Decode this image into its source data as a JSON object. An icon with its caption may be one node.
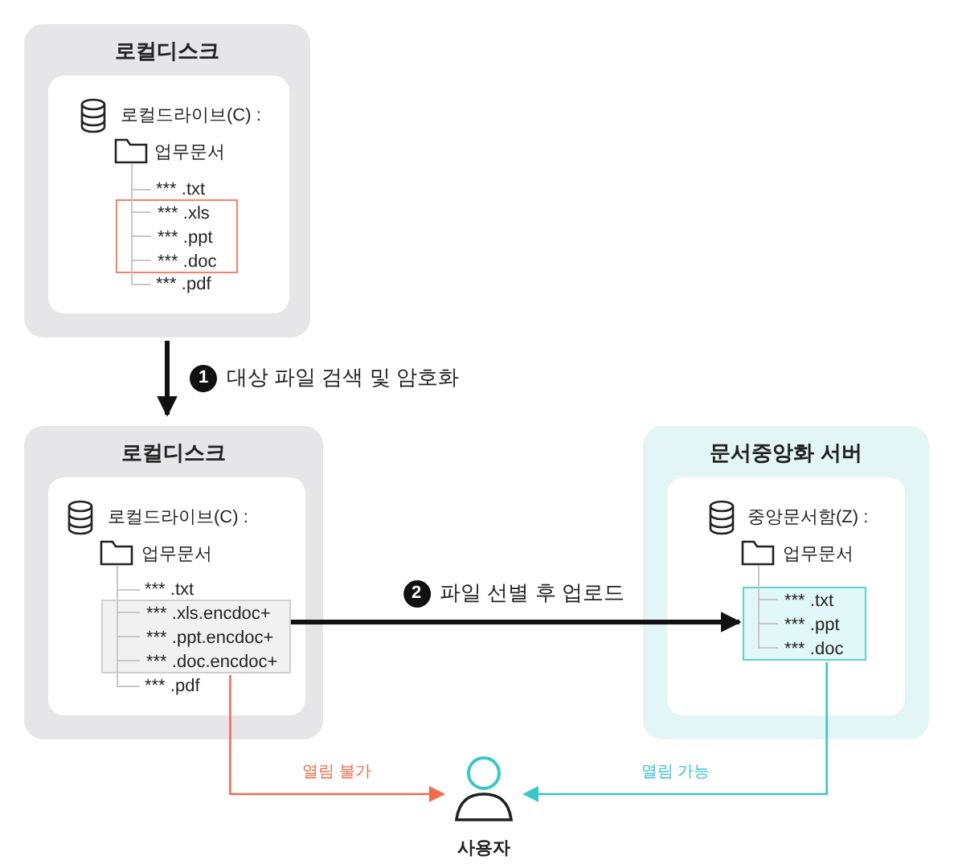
{
  "diagram": {
    "nodes": [
      {
        "text": [
          "로컬디스크"
        ]
      },
      {
        "text": [],
        "shape": "box",
        "in": 0
      },
      {
        "text": [
          "로컬드라이브(C) :"
        ],
        "in": 1
      },
      {
        "text": [
          "업무문서"
        ],
        "in": 1
      },
      {
        "text": [
          "*** .txt"
        ],
        "in": 1
      },
      {
        "text": [],
        "shape": "box",
        "in": 1
      },
      {
        "text": [
          "*** .xls"
        ],
        "in": 5
      },
      {
        "text": [
          "*** .ppt"
        ],
        "in": 5
      },
      {
        "text": [
          "*** .doc"
        ],
        "in": 5
      },
      {
        "text": [
          "*** .pdf"
        ],
        "in": 1
      },
      {
        "text": [
          "로컬디스크"
        ]
      },
      {
        "text": [],
        "shape": "box",
        "in": 10
      },
      {
        "text": [
          "로컬드라이브(C) :"
        ],
        "in": 11
      },
      {
        "text": [
          "업무문서"
        ],
        "in": 11
      },
      {
        "text": [
          "*** .txt"
        ],
        "in": 11
      },
      {
        "text": [],
        "shape": "box",
        "in": 11
      },
      {
        "text": [
          "*** .xls.encdoc+"
        ],
        "in": 15
      },
      {
        "text": [
          "*** .ppt.encdoc+"
        ],
        "in": 15
      },
      {
        "text": [
          "*** .doc.encdoc+"
        ],
        "in": 15
      },
      {
        "text": [
          "*** .pdf"
        ],
        "in": 11
      },
      {
        "text": [
          "문서중앙화 서버"
        ]
      },
      {
        "text": [],
        "shape": "box",
        "in": 20
      },
      {
        "text": [
          "중앙문서함(Z) :"
        ],
        "in": 21
      },
      {
        "text": [
          "업무문서"
        ],
        "in": 21
      },
      {
        "text": [],
        "shape": "box",
        "in": 21
      },
      {
        "text": [
          "*** .txt"
        ],
        "in": 24
      },
      {
        "text": [
          "*** .ppt"
        ],
        "in": 24
      },
      {
        "text": [
          "*** .doc"
        ],
        "in": 24
      },
      {
        "text": [
          "사용자"
        ]
      }
    ],
    "edges": [
      {
        "from": 0,
        "to": 10,
        "arrow": "to",
        "style": "thick",
        "color": "#111111",
        "label": "대상 파일 검색 및 암호화"
      },
      {
        "from": 15,
        "to": 24,
        "arrow": "to",
        "style": "thick",
        "color": "#111111",
        "label": "파일 선별 후 업로드"
      },
      {
        "from": 15,
        "to": 28,
        "arrow": "to",
        "color": "#f26b4f",
        "label": "열림 불가"
      },
      {
        "from": 24,
        "to": 28,
        "arrow": "to",
        "color": "#3cc6c9",
        "label": "열림 가능"
      },
      {
        "from": 3,
        "to": 4,
        "arrow": "none"
      },
      {
        "from": 3,
        "to": 6,
        "arrow": "none"
      },
      {
        "from": 3,
        "to": 7,
        "arrow": "none"
      },
      {
        "from": 3,
        "to": 8,
        "arrow": "none"
      },
      {
        "from": 3,
        "to": 9,
        "arrow": "none"
      },
      {
        "from": 13,
        "to": 14,
        "arrow": "none"
      },
      {
        "from": 13,
        "to": 16,
        "arrow": "none"
      },
      {
        "from": 13,
        "to": 17,
        "arrow": "none"
      },
      {
        "from": 13,
        "to": 18,
        "arrow": "none"
      },
      {
        "from": 13,
        "to": 19,
        "arrow": "none"
      },
      {
        "from": 23,
        "to": 25,
        "arrow": "none"
      },
      {
        "from": 23,
        "to": 26,
        "arrow": "none"
      },
      {
        "from": 23,
        "to": 27,
        "arrow": "none"
      }
    ],
    "labels": [
      "1",
      "2"
    ]
  }
}
